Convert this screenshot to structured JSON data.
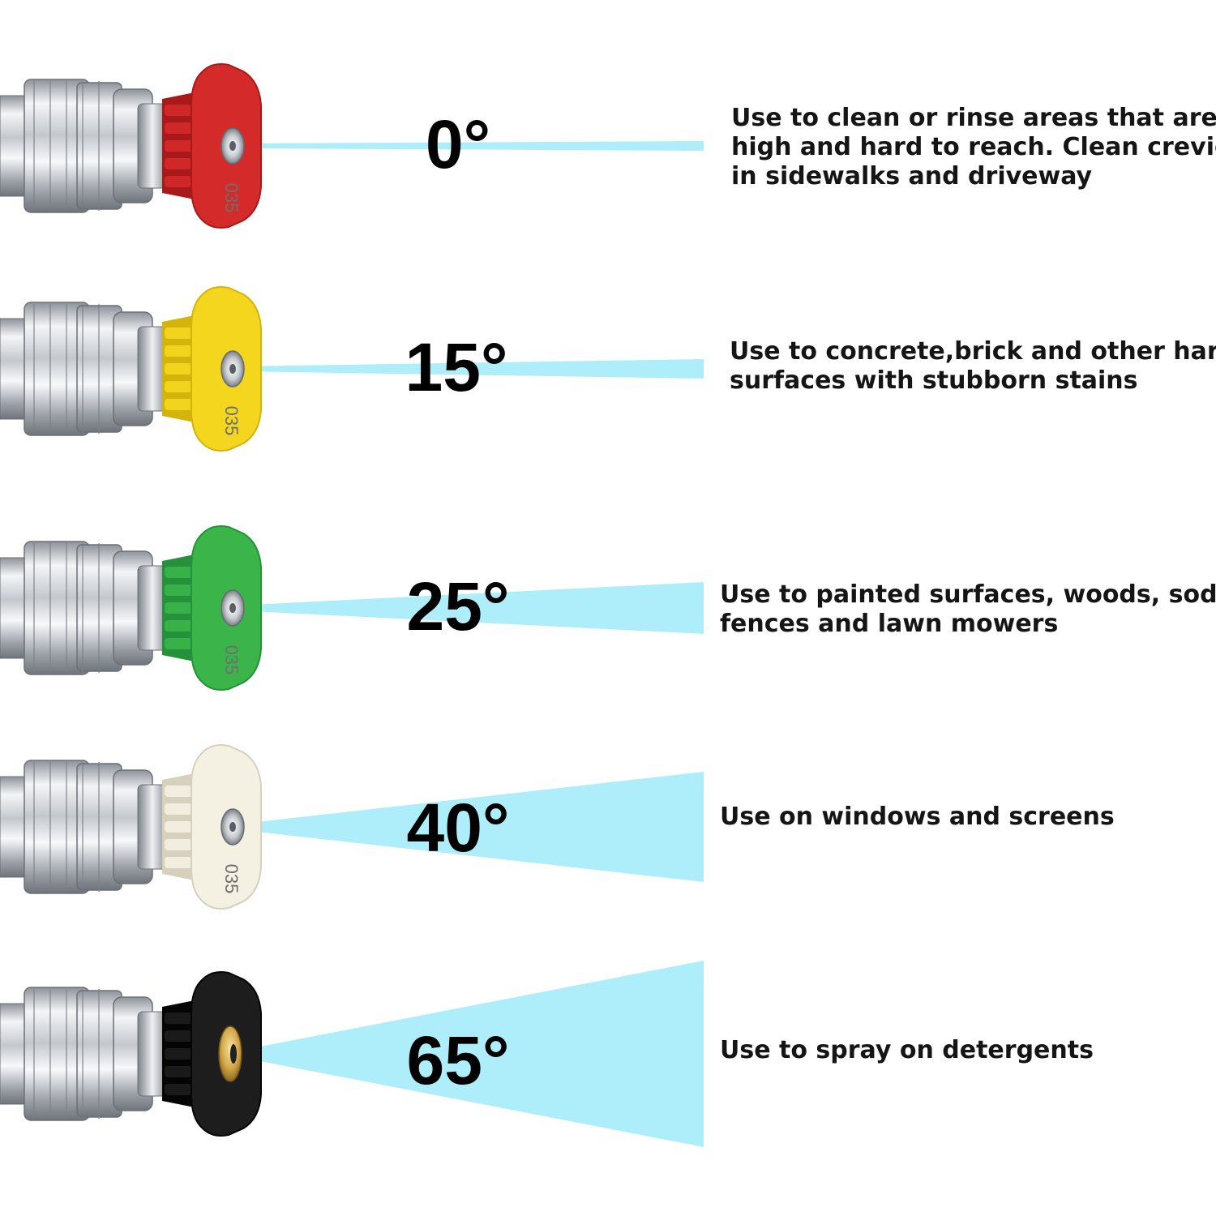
{
  "colors": {
    "spray": "#aeeefa",
    "metal_light": "#e9ebee",
    "metal_dark": "#8e939a",
    "text": "#151515"
  },
  "nozzles": [
    {
      "angle_label": "0°",
      "tip_color": "#d42a2a",
      "tip_shade": "#a81a1a",
      "code_label": "035",
      "description_lines": [
        "Use to clean or rinse areas that are",
        "high and hard to reach. Clean crevices",
        "in sidewalks and driveway"
      ]
    },
    {
      "angle_label": "15°",
      "tip_color": "#f5d61f",
      "tip_shade": "#d3b40b",
      "code_label": "035",
      "description_lines": [
        "Use to concrete,brick and other hard",
        "surfaces with stubborn stains"
      ]
    },
    {
      "angle_label": "25°",
      "tip_color": "#3bb54a",
      "tip_shade": "#25913a",
      "code_label": "035",
      "description_lines": [
        "Use to painted surfaces, woods, soding,",
        "fences and lawn mowers"
      ]
    },
    {
      "angle_label": "40°",
      "tip_color": "#f4f0e2",
      "tip_shade": "#d6d0bd",
      "code_label": "035",
      "description_lines": [
        "Use on windows and screens"
      ]
    },
    {
      "angle_label": "65°",
      "tip_color": "#1d1d1d",
      "tip_shade": "#050505",
      "code_label": "",
      "description_lines": [
        "Use to spray on detergents"
      ]
    }
  ]
}
